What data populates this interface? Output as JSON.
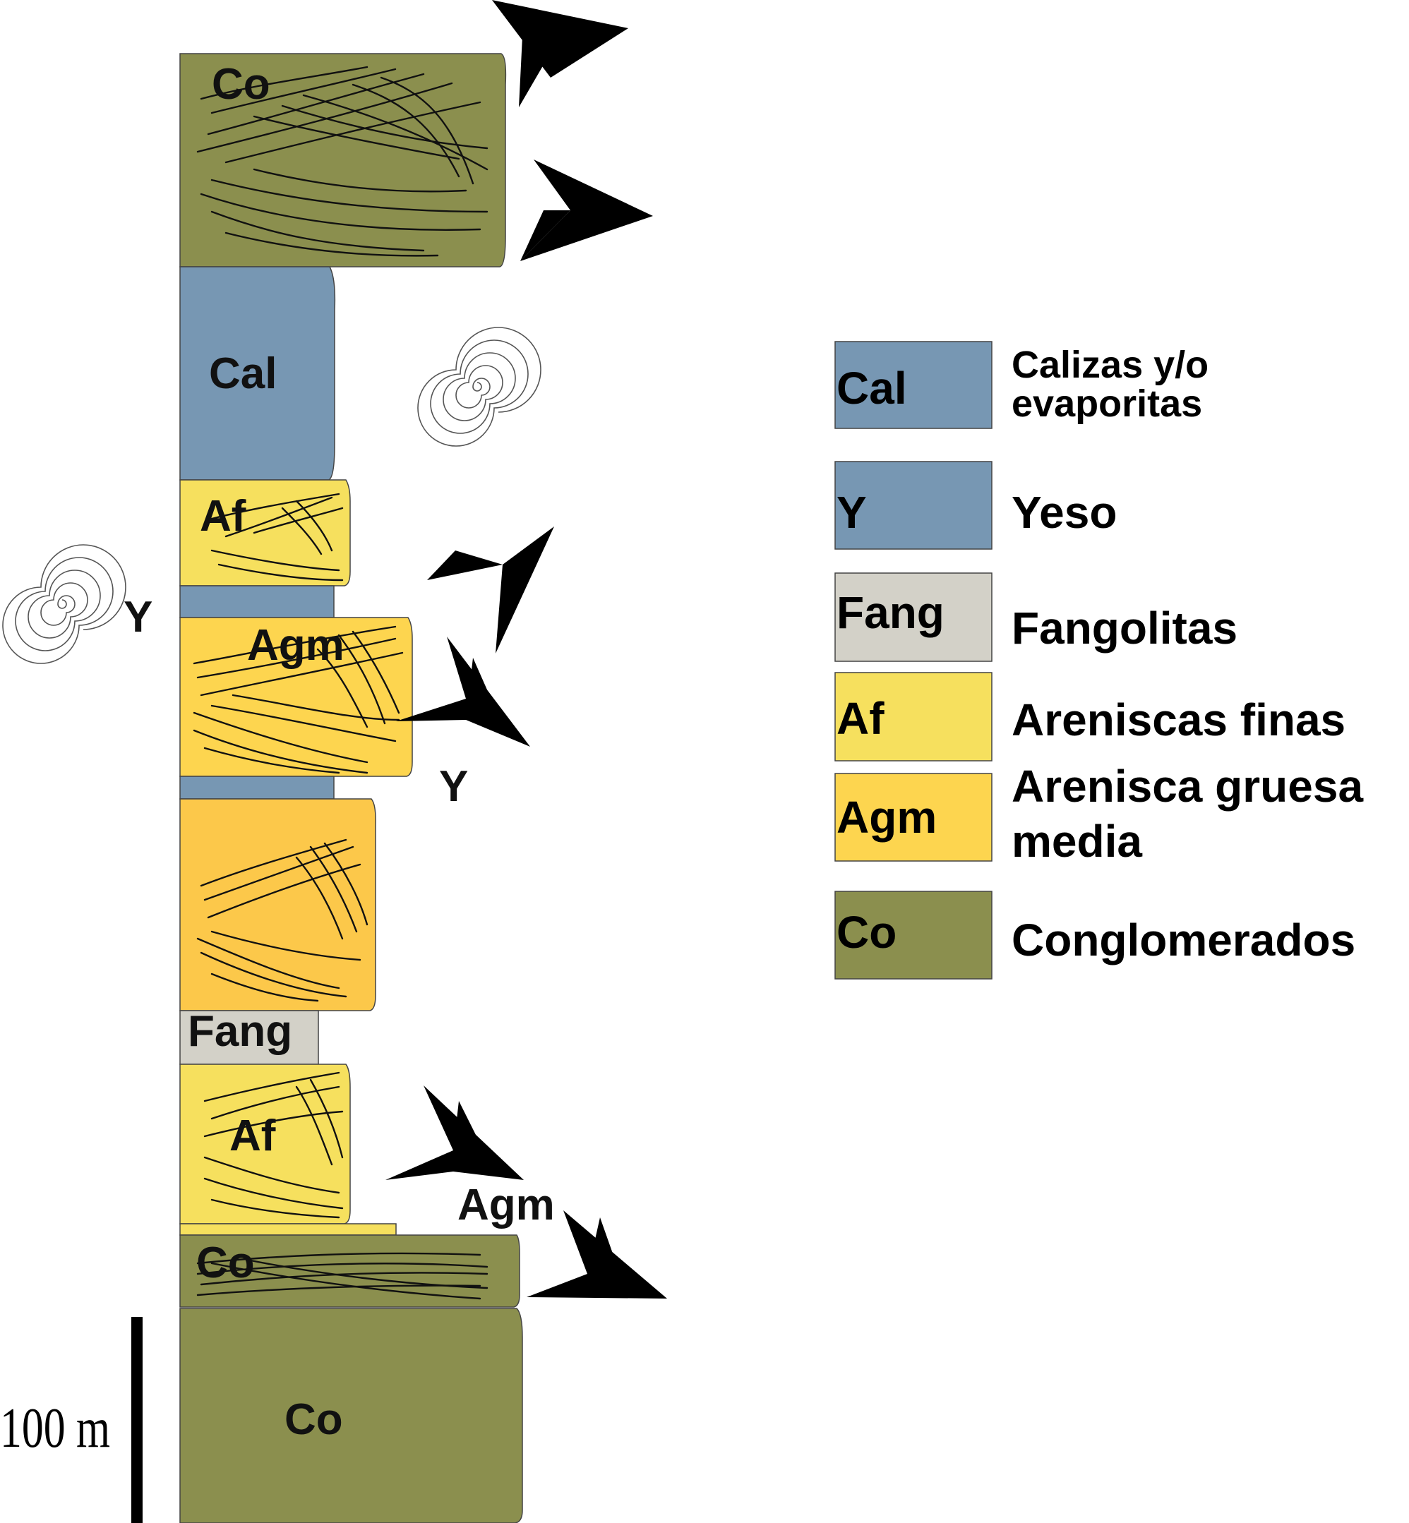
{
  "colors": {
    "calizas": "#7797B3",
    "yeso": "#7797B3",
    "fangolitas": "#D3D1C8",
    "areniscas_finas": "#F6E05E",
    "arenisca_gruesa": "#FDD54F",
    "arenisca_gruesa_dark": "#FCC84A",
    "conglomerados": "#8B8F4E"
  },
  "column": {
    "labels": {
      "co_top": "Co",
      "cal": "Cal",
      "af_upper": "Af",
      "agm_upper": "Agm",
      "fang": "Fang",
      "af_lower": "Af",
      "co_mid": "Co",
      "co_bottom": "Co"
    },
    "side_labels": {
      "y_left": "Y",
      "y_right": "Y",
      "agm_right": "Agm"
    },
    "scale_label": "100 m"
  },
  "legend": {
    "items": [
      {
        "code": "Cal",
        "label_lines": [
          "Calizas y/o",
          "evaporitas"
        ],
        "color": "#7797B3"
      },
      {
        "code": "Y",
        "label_lines": [
          "Yeso"
        ],
        "color": "#7797B3"
      },
      {
        "code": "Fang",
        "label_lines": [
          "Fangolitas"
        ],
        "color": "#D3D1C8"
      },
      {
        "code": "Af",
        "label_lines": [
          "Areniscas finas"
        ],
        "color": "#F6E05E"
      },
      {
        "code": "Agm",
        "label_lines": [
          "Arenisca gruesa",
          "media"
        ],
        "color": "#FDD54F"
      },
      {
        "code": "Co",
        "label_lines": [
          "Conglomerados"
        ],
        "color": "#8B8F4E"
      }
    ]
  },
  "icons": [
    "paleocurrent-arrow-icon",
    "spiral-fossil-icon"
  ]
}
